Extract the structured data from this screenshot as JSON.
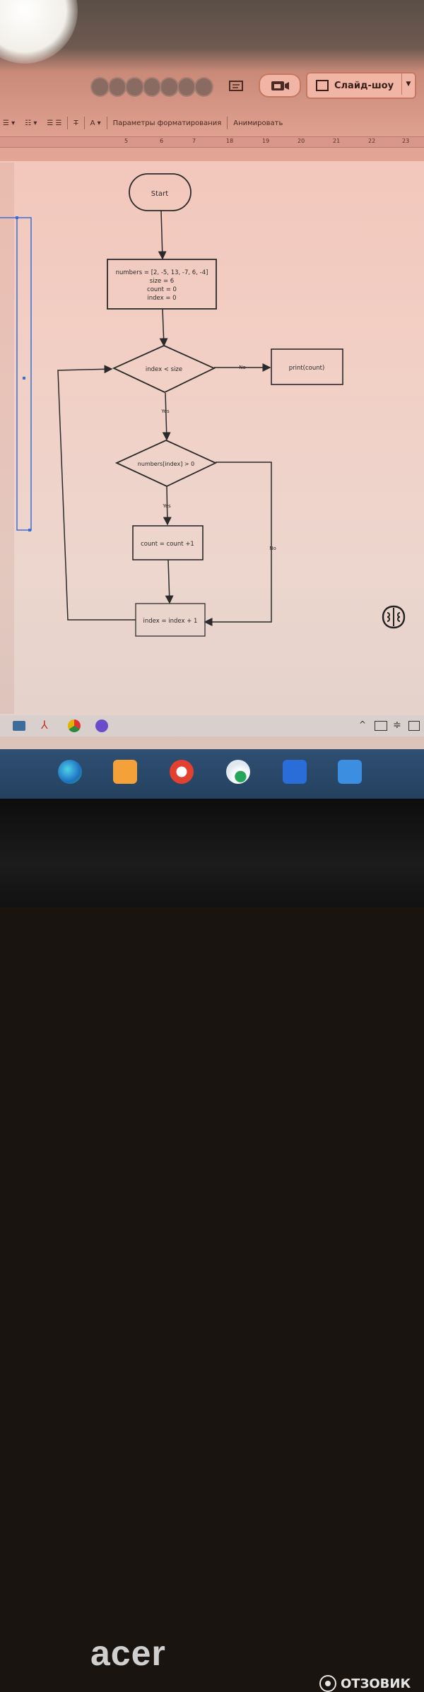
{
  "toolbar": {
    "slideshow_label": "Слайд-шоу",
    "format_options_label": "Параметры форматирования",
    "animate_label": "Анимировать"
  },
  "ruler": {
    "ticks": [
      "5",
      "6",
      "7",
      "18",
      "19",
      "20",
      "21",
      "22",
      "23"
    ]
  },
  "flowchart": {
    "start": "Start",
    "init_lines": [
      "numbers = [2, -5, 13, -7, 6, -4]",
      "size = 6",
      "count = 0",
      "index = 0"
    ],
    "condition_loop": "index < size",
    "condition_positive": "numbers[index] > 0",
    "increment_count": "count = count +1",
    "increment_index": "index = index + 1",
    "output": "print(count)",
    "label_yes_1": "Yes",
    "label_no_1": "No",
    "label_yes_2": "Yes",
    "label_no_2": "No"
  },
  "branding": {
    "laptop_brand": "acer",
    "site_watermark": "ОТЗОВИК"
  }
}
